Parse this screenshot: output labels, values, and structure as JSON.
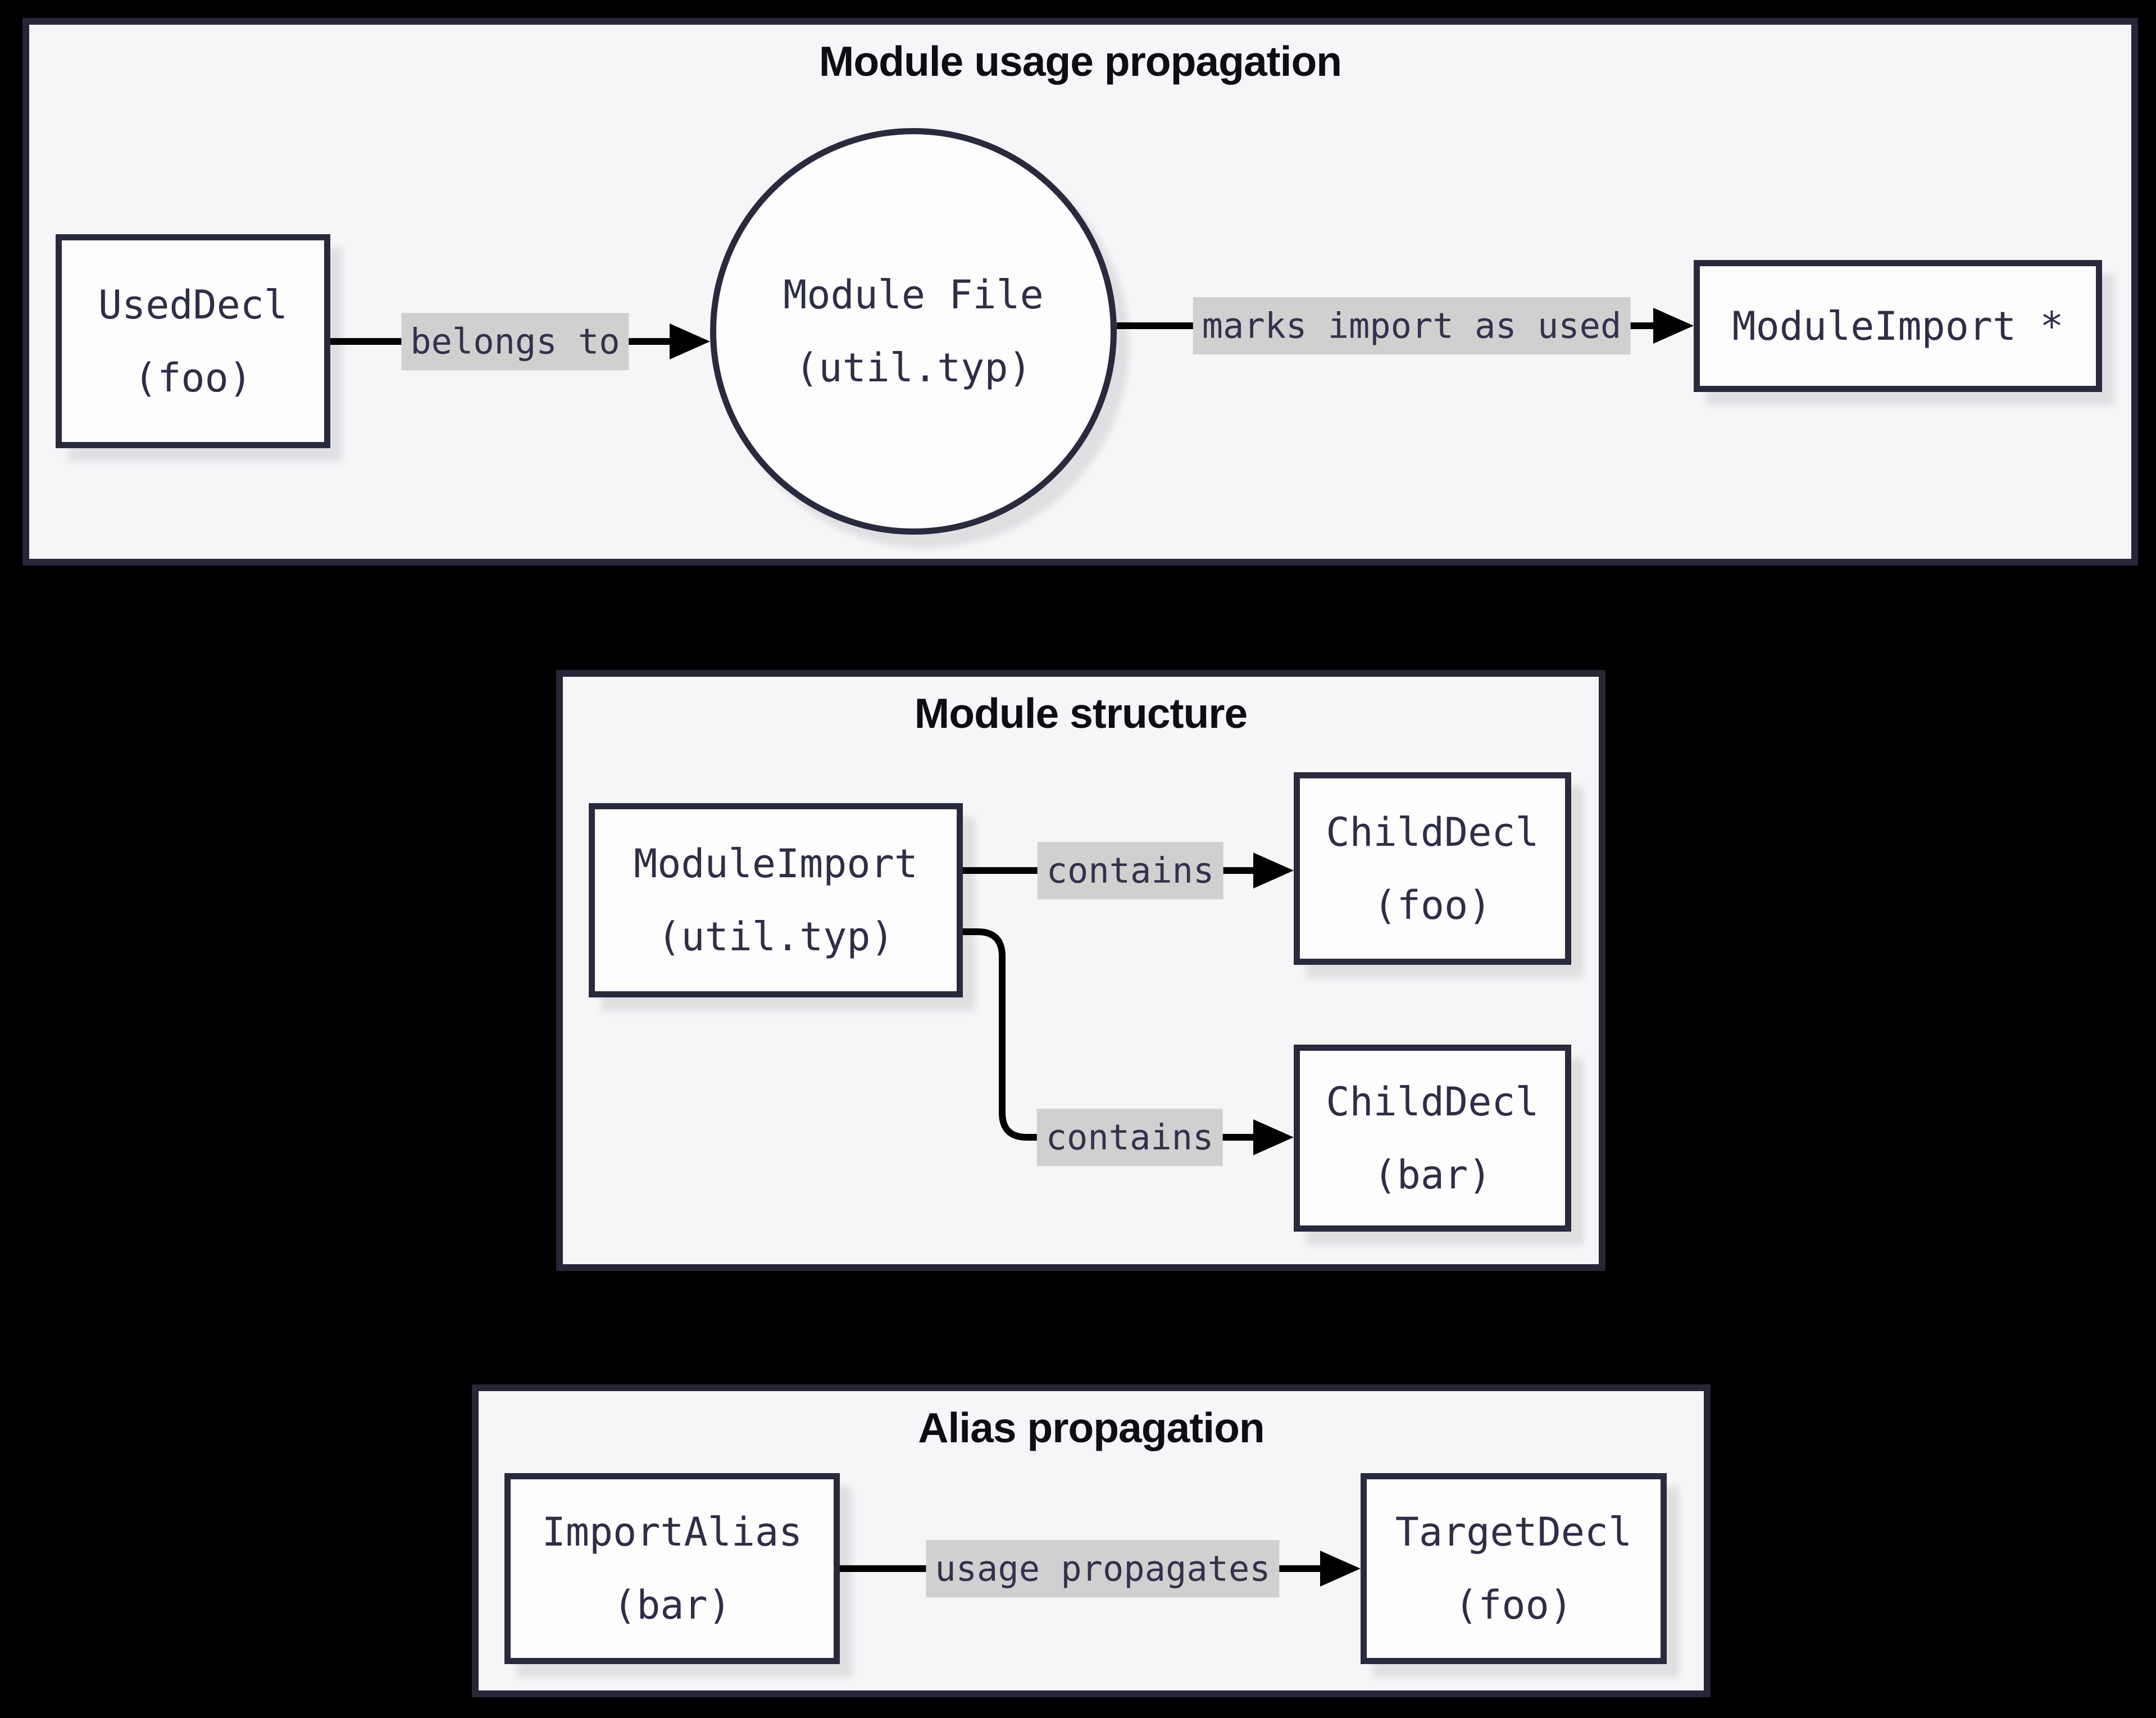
{
  "subgraphs": {
    "usage": {
      "title": "Module usage propagation"
    },
    "structure": {
      "title": "Module structure"
    },
    "alias": {
      "title": "Alias propagation"
    }
  },
  "nodes": {
    "used_decl": {
      "line1": "UsedDecl",
      "line2": "(foo)"
    },
    "module_file": {
      "line1": "Module File",
      "line2": "(util.typ)"
    },
    "module_import_star": {
      "line1": "ModuleImport *"
    },
    "module_import": {
      "line1": "ModuleImport",
      "line2": "(util.typ)"
    },
    "child_decl_foo": {
      "line1": "ChildDecl",
      "line2": "(foo)"
    },
    "child_decl_bar": {
      "line1": "ChildDecl",
      "line2": "(bar)"
    },
    "import_alias": {
      "line1": "ImportAlias",
      "line2": "(bar)"
    },
    "target_decl": {
      "line1": "TargetDecl",
      "line2": "(foo)"
    }
  },
  "edges": {
    "belongs_to": {
      "label": "belongs to"
    },
    "marks_import": {
      "label": "marks import as used"
    },
    "contains_foo": {
      "label": "contains"
    },
    "contains_bar": {
      "label": "contains"
    },
    "usage_propagates": {
      "label": "usage propagates"
    }
  },
  "colors": {
    "canvas_bg": "#000000",
    "subgraph_bg": "#f6f6f9",
    "subgraph_border": "#262637",
    "node_bg": "#fdfdfe",
    "node_border": "#2a2a3e",
    "node_text": "#2e2e47",
    "edge_line": "#000000",
    "edge_label_bg": "#d0d0d0",
    "edge_label_text": "#32324c",
    "title_text": "#0d0d15"
  }
}
